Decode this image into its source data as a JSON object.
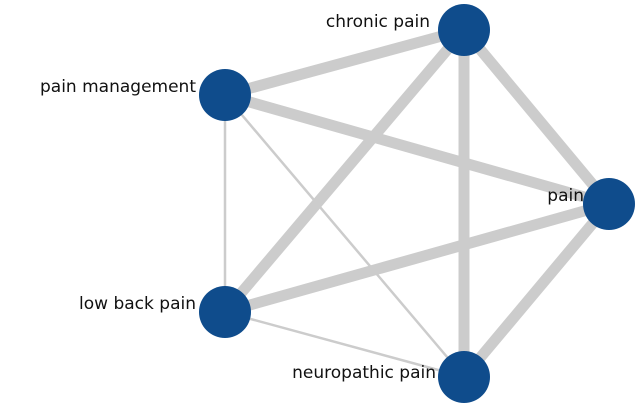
{
  "graph": {
    "nodes": [
      {
        "id": "chronic",
        "label": "chronic pain"
      },
      {
        "id": "mgmt",
        "label": "pain management"
      },
      {
        "id": "pain",
        "label": "pain"
      },
      {
        "id": "lbp",
        "label": "low back pain"
      },
      {
        "id": "neuro",
        "label": "neuropathic pain"
      }
    ],
    "edges": [
      {
        "source": "chronic",
        "target": "mgmt",
        "weight": 3
      },
      {
        "source": "chronic",
        "target": "pain",
        "weight": 3
      },
      {
        "source": "chronic",
        "target": "lbp",
        "weight": 3
      },
      {
        "source": "chronic",
        "target": "neuro",
        "weight": 3
      },
      {
        "source": "mgmt",
        "target": "pain",
        "weight": 3
      },
      {
        "source": "mgmt",
        "target": "lbp",
        "weight": 1
      },
      {
        "source": "mgmt",
        "target": "neuro",
        "weight": 1
      },
      {
        "source": "pain",
        "target": "lbp",
        "weight": 3
      },
      {
        "source": "pain",
        "target": "neuro",
        "weight": 3
      },
      {
        "source": "lbp",
        "target": "neuro",
        "weight": 1
      }
    ],
    "colors": {
      "node": "#0f4c8c",
      "edge": "#cccccc"
    }
  }
}
